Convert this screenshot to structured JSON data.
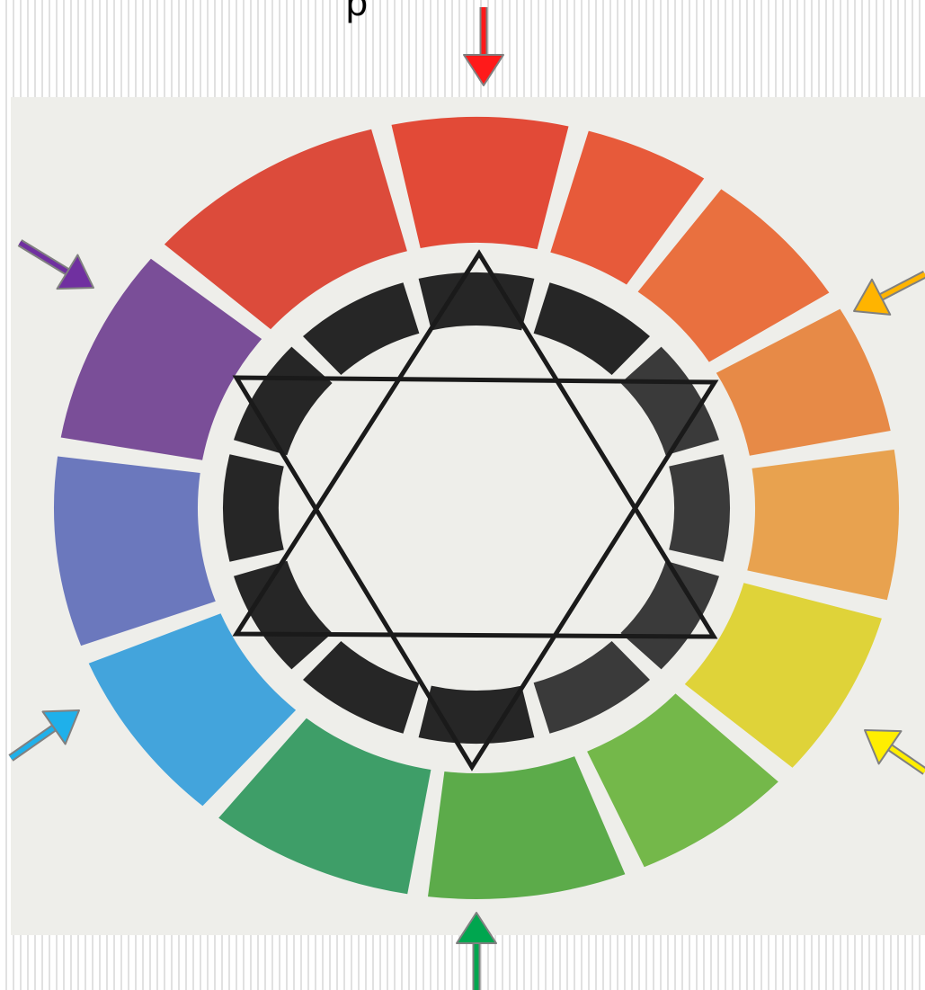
{
  "diagram": {
    "top_glyph": "p",
    "colors": {
      "paper": "#eeeeea",
      "ring_dark": "#262626",
      "star_line": "#1a1a1a"
    },
    "outer_segments": [
      {
        "name": "red",
        "color": "#e24a37"
      },
      {
        "name": "red-orange",
        "color": "#e75a3a"
      },
      {
        "name": "orange-red",
        "color": "#e9703f"
      },
      {
        "name": "orange",
        "color": "#e78a47"
      },
      {
        "name": "light-orange",
        "color": "#e8a24f"
      },
      {
        "name": "yellow",
        "color": "#dfd339"
      },
      {
        "name": "yellow-green",
        "color": "#74b84a"
      },
      {
        "name": "green",
        "color": "#5cab4a"
      },
      {
        "name": "teal-green",
        "color": "#3e9e68"
      },
      {
        "name": "light-blue",
        "color": "#43a4dc"
      },
      {
        "name": "blue-violet",
        "color": "#6b78bd"
      },
      {
        "name": "violet",
        "color": "#7a4e98"
      },
      {
        "name": "red-violet",
        "color": "#dc4b3b"
      }
    ],
    "arrows": [
      {
        "name": "red-arrow",
        "color": "#ff1a1a"
      },
      {
        "name": "orange-arrow",
        "color": "#ffb400"
      },
      {
        "name": "yellow-arrow",
        "color": "#ffee00"
      },
      {
        "name": "green-arrow",
        "color": "#00a64f"
      },
      {
        "name": "blue-arrow",
        "color": "#1fb0ea"
      },
      {
        "name": "purple-arrow",
        "color": "#7030a0"
      }
    ]
  }
}
